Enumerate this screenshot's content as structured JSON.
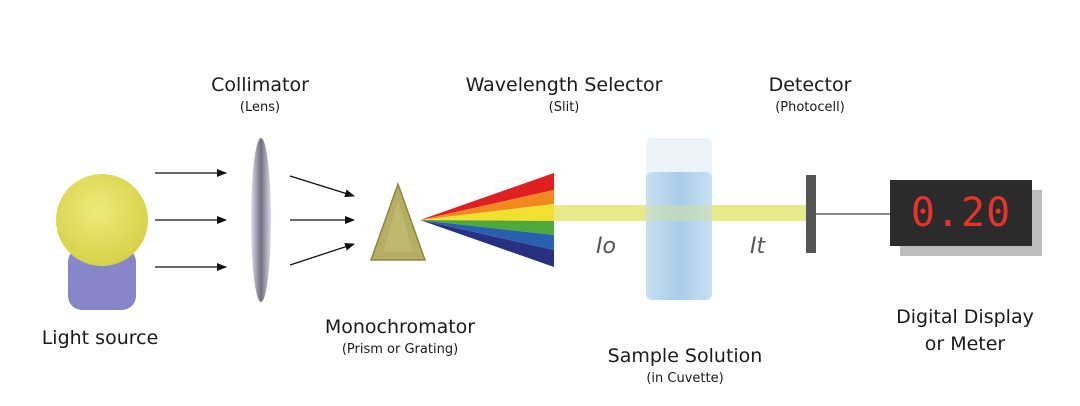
{
  "labels": {
    "light_source": "Light source",
    "collimator": "Collimator",
    "collimator_sub": "(Lens)",
    "monochromator": "Monochromator",
    "monochromator_sub": "(Prism or Grating)",
    "wavelength_selector": "Wavelength Selector",
    "wavelength_selector_sub": "(Slit)",
    "sample": "Sample Solution",
    "sample_sub": "(in Cuvette)",
    "detector": "Detector",
    "detector_sub": "(Photocell)",
    "display_line1": "Digital Display",
    "display_line2": "or Meter",
    "incident": "Io",
    "transmitted": "It"
  },
  "display": {
    "reading": "0.20"
  },
  "colors": {
    "bulb": "#e2de59",
    "bulb_base": "#8686c8",
    "beam": "#e6e88a",
    "prism": "#b5ad62",
    "display_bg": "#2b2b2b",
    "display_text": "#e8322a",
    "cuvette": "#b9d8ef",
    "detector": "#555555"
  },
  "spectrum": [
    "#e02020",
    "#f08a1e",
    "#f2e030",
    "#4fa83a",
    "#2a5fb0",
    "#283080"
  ]
}
